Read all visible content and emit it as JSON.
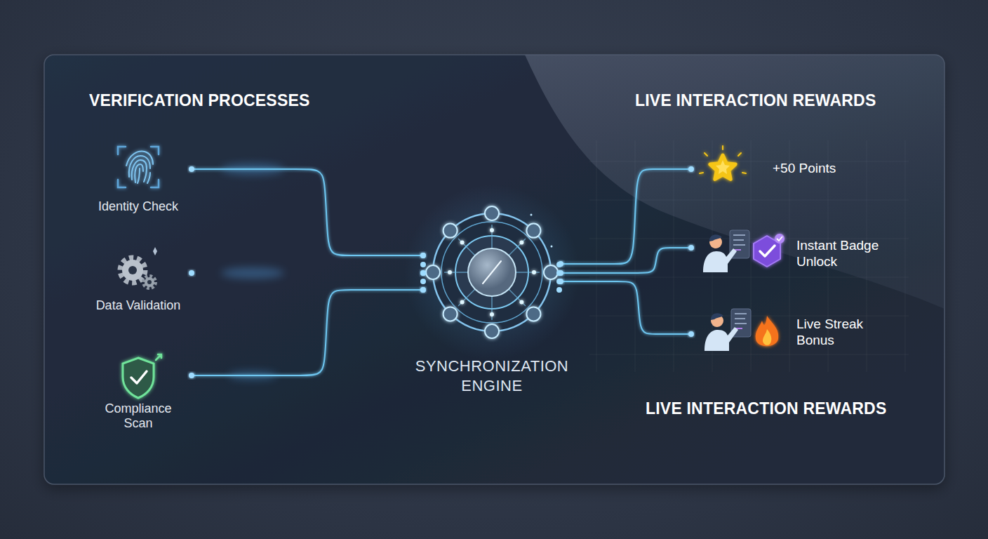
{
  "diagram": {
    "nodes": [
      {
        "text": [
          "Identity Check"
        ]
      },
      {
        "text": [
          "Data Validation"
        ]
      },
      {
        "text": [
          "Compliance Scan"
        ]
      },
      {
        "text": [
          "SYNCHRONIZATION ENGINE"
        ]
      },
      {
        "text": [
          "+50 Points"
        ]
      },
      {
        "text": [
          "Instant Badge Unlock"
        ]
      },
      {
        "text": [
          "Live Streak Bonus"
        ]
      }
    ],
    "edges": [
      {
        "from": 0,
        "to": 3,
        "arrow": "none"
      },
      {
        "from": 1,
        "to": 3,
        "arrow": "none"
      },
      {
        "from": 2,
        "to": 3,
        "arrow": "none"
      },
      {
        "from": 3,
        "to": 4,
        "arrow": "none"
      },
      {
        "from": 3,
        "to": 5,
        "arrow": "none"
      },
      {
        "from": 3,
        "to": 6,
        "arrow": "none"
      }
    ],
    "labels": [
      "VERIFICATION PROCESSES",
      "LIVE INTERACTION REWARDS",
      "LIVE INTERACTION REWARDS"
    ]
  }
}
